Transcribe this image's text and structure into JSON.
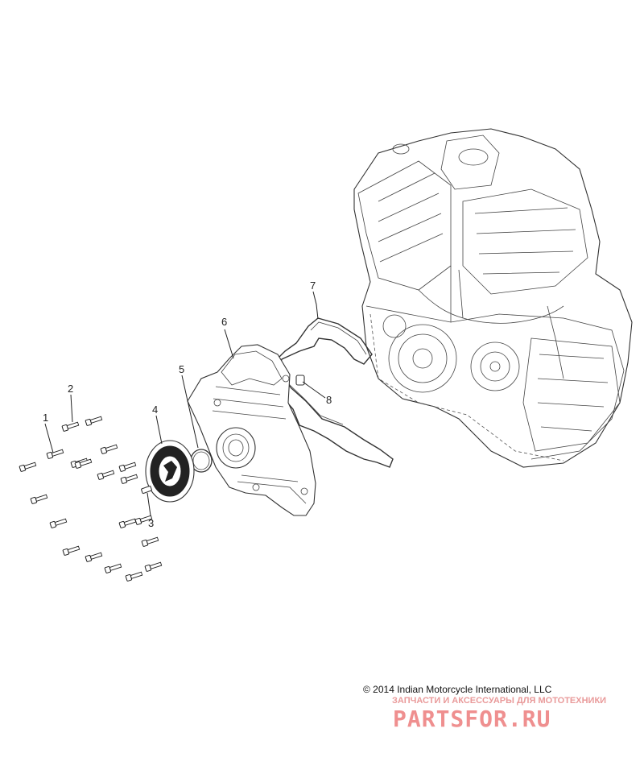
{
  "callouts": {
    "c1": "1",
    "c2": "2",
    "c3": "3",
    "c4": "4",
    "c5": "5",
    "c6": "6",
    "c7": "7",
    "c8": "8"
  },
  "footer": {
    "copyright": "© 2014 Indian Motorcycle International, LLC",
    "watermark_sub": "ЗАПЧАСТИ И АКСЕССУАРЫ ДЛЯ МОТОТЕХНИКИ",
    "watermark_main": "PARTSFOR.RU"
  },
  "colors": {
    "ink": "#333333",
    "watermark": "#ef8f8f"
  }
}
